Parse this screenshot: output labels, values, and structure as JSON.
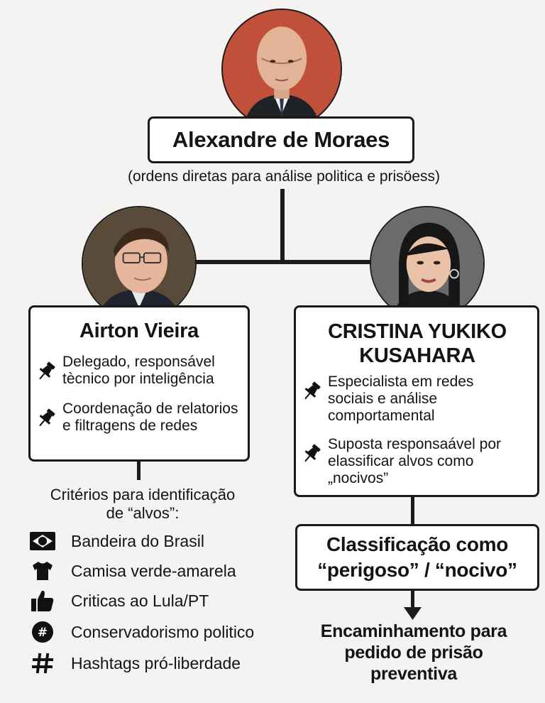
{
  "top": {
    "name": "Alexandre de Moraes",
    "subtitle": "(ordens diretas para análise politica e prisöess)"
  },
  "left": {
    "name": "Airton Vieira",
    "bullets": [
      "Delegado, responsável tècnico por inteligência",
      "Coordenação de relatorios e filtragens de redes"
    ]
  },
  "right": {
    "name_line1": "CRISTINA YUKIKO",
    "name_line2": "KUSAHARA",
    "bullets": [
      "Especialista em redes sociais e análise comportamental",
      "Suposta responsaável por elassificar alvos como „nocivos”"
    ]
  },
  "criteria": {
    "heading_line1": "Critérios para identificação",
    "heading_line2": "de “alvos”:",
    "items": [
      {
        "icon": "flag-icon",
        "label": "Bandeira do Brasil"
      },
      {
        "icon": "shirt-icon",
        "label": "Camisa verde-amarela"
      },
      {
        "icon": "thumbs-up-icon",
        "label": "Criticas ao Lula/PT"
      },
      {
        "icon": "circle-hash-icon",
        "label": "Conservadorismo politico"
      },
      {
        "icon": "hashtag-icon",
        "label": "Hashtags pró-liberdade"
      }
    ]
  },
  "classification": {
    "line1": "Classificação como",
    "line2": "“perigoso” / “nocivo”"
  },
  "outcome": {
    "line1": "Encaminhamento para",
    "line2": "pedido de prisão",
    "line3": "preventiva"
  },
  "colors": {
    "background": "#f4f3f1",
    "line": "#1b1b1b",
    "top_photo_bg": "#c0503a"
  }
}
